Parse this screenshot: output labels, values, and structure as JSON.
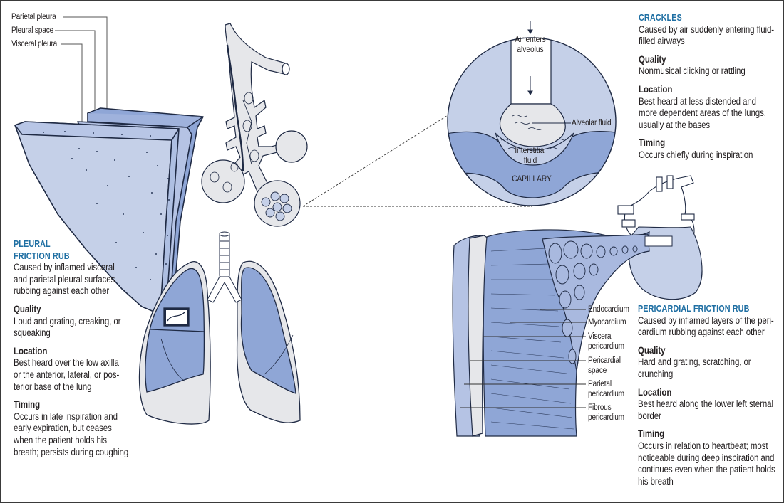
{
  "colors": {
    "title_blue": "#1f6fa3",
    "tissue_light": "#c5d0e8",
    "tissue_mid": "#a9b9df",
    "tissue_dark": "#8fa6d6",
    "tissue_pale": "#e6e7ea",
    "outline": "#1f2a44"
  },
  "pleura_labels": {
    "parietal": "Parietal pleura",
    "space": "Pleural space",
    "visceral": "Visceral pleura"
  },
  "alveolus_labels": {
    "air_line1": "Air enters",
    "air_line2": "alveolus",
    "alveolar_fluid": "Alveolar fluid",
    "interstitial_line1": "Interstitial",
    "interstitial_line2": "fluid",
    "capillary": "CAPILLARY"
  },
  "pericardium_labels": [
    {
      "lines": [
        "Endocardium"
      ]
    },
    {
      "lines": [
        "Myocardium"
      ]
    },
    {
      "lines": [
        "Visceral",
        "pericardium"
      ]
    },
    {
      "lines": [
        "Pericardial",
        "space"
      ]
    },
    {
      "lines": [
        "Parietal",
        "pericardium"
      ]
    },
    {
      "lines": [
        "Fibrous",
        "pericardium"
      ]
    }
  ],
  "panels": {
    "crackles": {
      "title_lines": [
        "CRACKLES"
      ],
      "desc_lines": [
        "Caused by air suddenly entering fluid-",
        "filled airways"
      ],
      "sections": [
        {
          "heading": "Quality",
          "lines": [
            "Nonmusical clicking or rattling"
          ]
        },
        {
          "heading": "Location",
          "lines": [
            "Best heard at less distended and",
            "more dependent areas of the lungs,",
            "usually at the bases"
          ]
        },
        {
          "heading": "Timing",
          "lines": [
            "Occurs chiefly during inspiration"
          ]
        }
      ]
    },
    "pleural": {
      "title_lines": [
        "PLEURAL",
        "FRICTION RUB"
      ],
      "desc_lines": [
        "Caused by inflamed visceral",
        "and parietal pleural surfaces",
        "rubbing against each other"
      ],
      "sections": [
        {
          "heading": "Quality",
          "lines": [
            "Loud and grating, creaking, or",
            "squeaking"
          ]
        },
        {
          "heading": "Location",
          "lines": [
            "Best heard over the low axilla",
            "or the anterior, lateral, or pos-",
            "terior base of the lung"
          ]
        },
        {
          "heading": "Timing",
          "lines": [
            "Occurs in late inspiration and",
            "early expiration, but ceases",
            "when the patient holds his",
            "breath; persists during coughing"
          ]
        }
      ]
    },
    "pericardial": {
      "title_lines": [
        "PERICARDIAL FRICTION RUB"
      ],
      "desc_lines": [
        "Caused by inflamed layers of the peri-",
        "cardium rubbing against each other"
      ],
      "sections": [
        {
          "heading": "Quality",
          "lines": [
            "Hard and grating, scratching, or",
            "crunching"
          ]
        },
        {
          "heading": "Location",
          "lines": [
            "Best heard along the lower left sternal",
            "border"
          ]
        },
        {
          "heading": "Timing",
          "lines": [
            "Occurs in relation to heartbeat; most",
            "noticeable during deep inspiration and",
            "continues even when the patient holds",
            "his breath"
          ]
        }
      ]
    }
  }
}
